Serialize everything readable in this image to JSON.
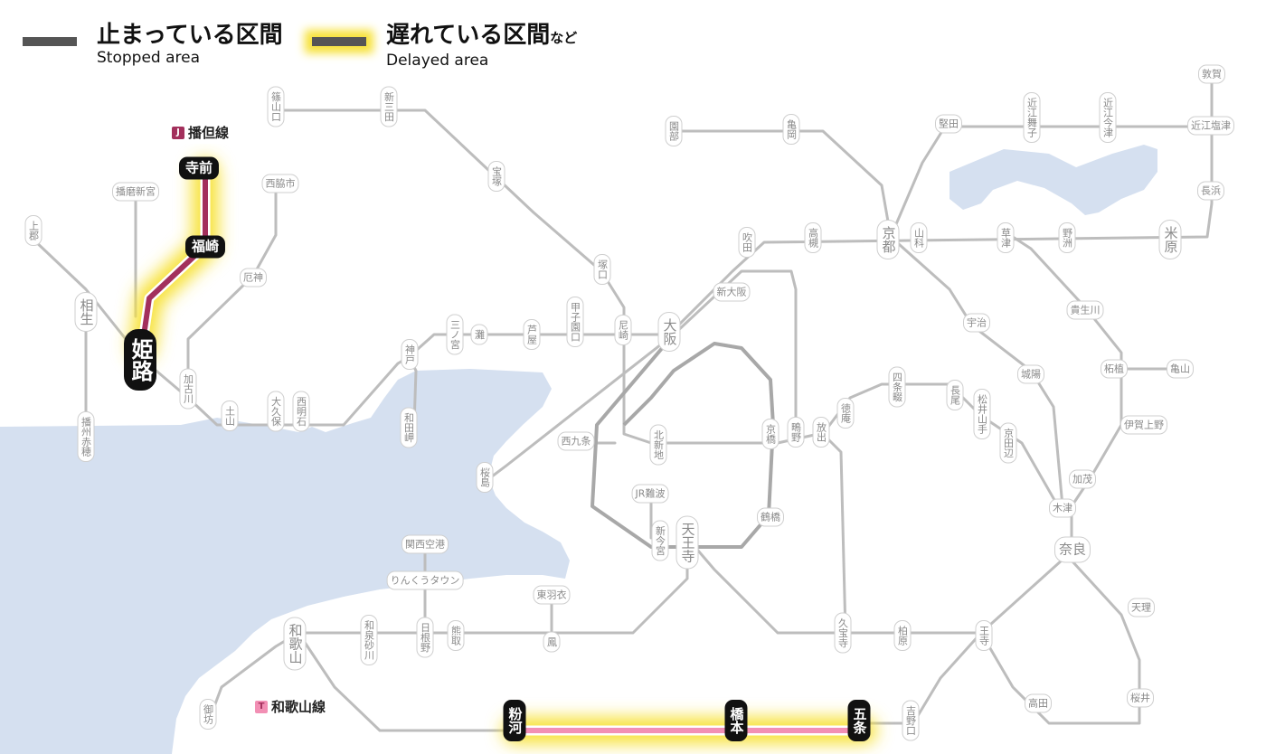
{
  "legend": {
    "stopped_jp": "止まっている区間",
    "stopped_en": "Stopped area",
    "delayed_jp": "遅れている区間",
    "delayed_suffix": "など",
    "delayed_en": "Delayed area"
  },
  "lines": {
    "bantan": {
      "badge": "J",
      "name": "播但線",
      "color": "#a3305c"
    },
    "wakayama": {
      "badge": "T",
      "name": "和歌山線",
      "color": "#f28fb4"
    }
  },
  "colors": {
    "stopped": "#555555",
    "delayed_glow": "#f7e23a",
    "sea": "#d5e0f0",
    "track": "#bdbdbd",
    "loop": "#a8a8a8"
  },
  "stations": [
    {
      "id": "himeji",
      "name": "姫路"
    },
    {
      "id": "fukusaki",
      "name": "福崎"
    },
    {
      "id": "teramae",
      "name": "寺前"
    },
    {
      "id": "kamigori",
      "name": "上郡"
    },
    {
      "id": "aioi",
      "name": "相生"
    },
    {
      "id": "banshu_ako",
      "name": "播州赤穂"
    },
    {
      "id": "harima_shingu",
      "name": "播磨新宮"
    },
    {
      "id": "nishiwaki",
      "name": "西脇市"
    },
    {
      "id": "yakujin",
      "name": "厄神"
    },
    {
      "id": "kakogawa",
      "name": "加古川"
    },
    {
      "id": "tsuchiyama",
      "name": "土山"
    },
    {
      "id": "okubo",
      "name": "大久保"
    },
    {
      "id": "nishi_akashi",
      "name": "西明石"
    },
    {
      "id": "kobe",
      "name": "神戸"
    },
    {
      "id": "wadamisaki",
      "name": "和田岬"
    },
    {
      "id": "sannomiya",
      "name": "三ノ宮"
    },
    {
      "id": "nada",
      "name": "灘"
    },
    {
      "id": "ashiya",
      "name": "芦屋"
    },
    {
      "id": "koshienguchi",
      "name": "甲子園口"
    },
    {
      "id": "amagasaki",
      "name": "尼崎"
    },
    {
      "id": "osaka",
      "name": "大阪"
    },
    {
      "id": "sasayamaguchi",
      "name": "篠山口"
    },
    {
      "id": "shin_sanda",
      "name": "新三田"
    },
    {
      "id": "takarazuka",
      "name": "宝塚"
    },
    {
      "id": "tsukaguchi",
      "name": "塚口"
    },
    {
      "id": "sonobe",
      "name": "園部"
    },
    {
      "id": "kameoka",
      "name": "亀岡"
    },
    {
      "id": "suita",
      "name": "吹田"
    },
    {
      "id": "takatsuki",
      "name": "高槻"
    },
    {
      "id": "shin_osaka",
      "name": "新大阪"
    },
    {
      "id": "kyoto",
      "name": "京都"
    },
    {
      "id": "yamashina",
      "name": "山科"
    },
    {
      "id": "katata",
      "name": "堅田"
    },
    {
      "id": "omi_maiko",
      "name": "近江舞子"
    },
    {
      "id": "omi_imazu",
      "name": "近江今津"
    },
    {
      "id": "tsuruga",
      "name": "敦賀"
    },
    {
      "id": "omi_shiotsu",
      "name": "近江塩津"
    },
    {
      "id": "nagahama",
      "name": "長浜"
    },
    {
      "id": "maibara",
      "name": "米原"
    },
    {
      "id": "kusatsu",
      "name": "草津"
    },
    {
      "id": "yasu",
      "name": "野洲"
    },
    {
      "id": "kibukawa",
      "name": "貴生川"
    },
    {
      "id": "tsuge",
      "name": "柘植"
    },
    {
      "id": "kameyama",
      "name": "亀山"
    },
    {
      "id": "iga_ueno",
      "name": "伊賀上野"
    },
    {
      "id": "kamo",
      "name": "加茂"
    },
    {
      "id": "kizu",
      "name": "木津"
    },
    {
      "id": "nara",
      "name": "奈良"
    },
    {
      "id": "uji",
      "name": "宇治"
    },
    {
      "id": "joyo",
      "name": "城陽"
    },
    {
      "id": "shijonawate",
      "name": "四条畷"
    },
    {
      "id": "nagao",
      "name": "長尾"
    },
    {
      "id": "matsuiyamate",
      "name": "松井山手"
    },
    {
      "id": "kyotanabe",
      "name": "京田辺"
    },
    {
      "id": "tokuan",
      "name": "徳庵"
    },
    {
      "id": "hanaten",
      "name": "放出"
    },
    {
      "id": "shigino",
      "name": "鴫野"
    },
    {
      "id": "kyobashi",
      "name": "京橋"
    },
    {
      "id": "tsuruhashi",
      "name": "鶴橋"
    },
    {
      "id": "tennoji",
      "name": "天王寺"
    },
    {
      "id": "shin_imamiya",
      "name": "新今宮"
    },
    {
      "id": "jr_namba",
      "name": "JR難波"
    },
    {
      "id": "kitashinchi",
      "name": "北新地"
    },
    {
      "id": "nishikujo",
      "name": "西九条"
    },
    {
      "id": "sakurajima",
      "name": "桜島"
    },
    {
      "id": "kansai_airport",
      "name": "関西空港"
    },
    {
      "id": "rinku_town",
      "name": "りんくうタウン"
    },
    {
      "id": "higashi_hagoromo",
      "name": "東羽衣"
    },
    {
      "id": "otori",
      "name": "鳳"
    },
    {
      "id": "kumatori",
      "name": "熊取"
    },
    {
      "id": "hineno",
      "name": "日根野"
    },
    {
      "id": "izumi_sunagawa",
      "name": "和泉砂川"
    },
    {
      "id": "wakayama",
      "name": "和歌山"
    },
    {
      "id": "gobo",
      "name": "御坊"
    },
    {
      "id": "kyuhoji",
      "name": "久宝寺"
    },
    {
      "id": "kashiwara",
      "name": "柏原"
    },
    {
      "id": "oji",
      "name": "王寺"
    },
    {
      "id": "tenri",
      "name": "天理"
    },
    {
      "id": "sakurai",
      "name": "桜井"
    },
    {
      "id": "takada",
      "name": "高田"
    },
    {
      "id": "yoshinoguchi",
      "name": "吉野口"
    },
    {
      "id": "gojo",
      "name": "五条"
    },
    {
      "id": "hashimoto",
      "name": "橋本"
    },
    {
      "id": "kokawa",
      "name": "粉河"
    }
  ]
}
